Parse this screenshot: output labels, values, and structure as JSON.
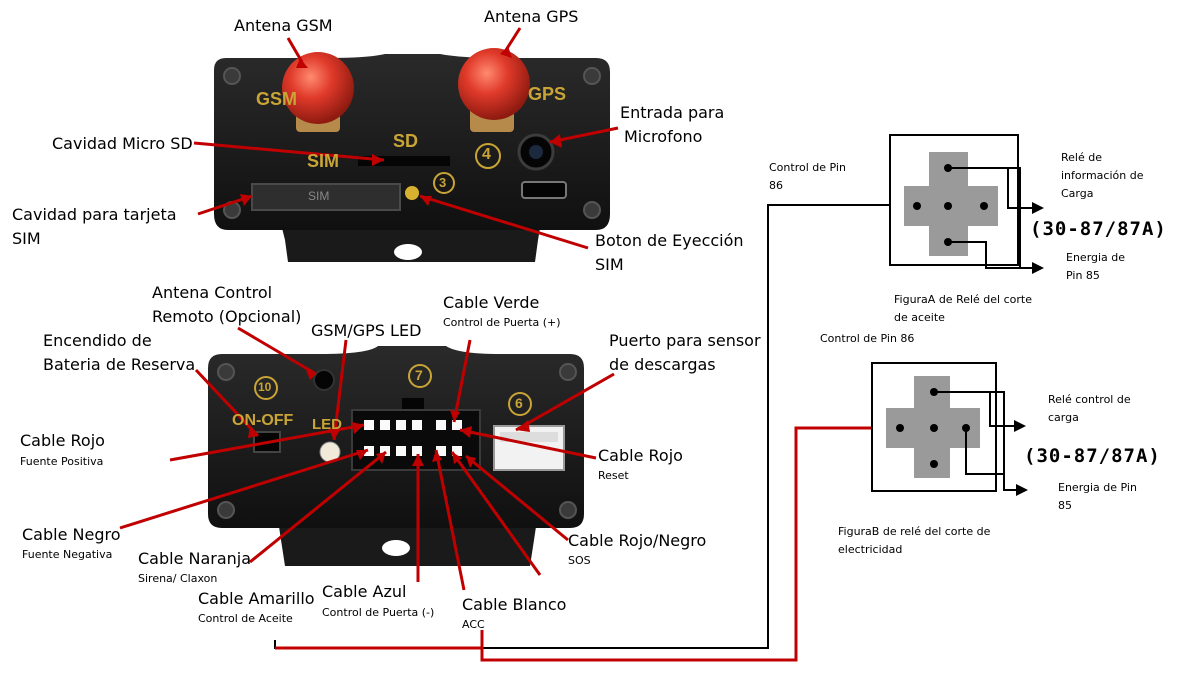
{
  "device_top": {
    "markings": {
      "gsm": "GSM",
      "gps": "GPS",
      "sd": "SD",
      "sim": "SIM",
      "slot": "SIM",
      "num3": "3",
      "num4": "4"
    },
    "labels": {
      "antena_gsm": "Antena GSM",
      "antena_gps": "Antena GPS",
      "entrada_mic_1": "Entrada para",
      "entrada_mic_2": "Microfono",
      "micro_sd": "Cavidad Micro SD",
      "sim_1": "Cavidad para tarjeta",
      "sim_2": "SIM",
      "eject_1": "Boton de Eyección",
      "eject_2": "SIM"
    }
  },
  "device_bottom": {
    "markings": {
      "on_off": "ON-OFF",
      "led": "LED",
      "num10": "10",
      "num7": "7",
      "num6": "6"
    },
    "labels": {
      "antena_ctrl_1": "Antena Control",
      "antena_ctrl_2": "Remoto (Opcional)",
      "gsm_gps_led": "GSM/GPS LED",
      "encendido_1": "Encendido de",
      "encendido_2": "Bateria de Reserva",
      "cable_verde": "Cable Verde",
      "cable_verde_sub": "Control de Puerta (+)",
      "puerto_1": "Puerto para sensor",
      "puerto_2": "de descargas",
      "cable_rojo_l": "Cable Rojo",
      "cable_rojo_l_sub": "Fuente Positiva",
      "cable_rojo_r": "Cable Rojo",
      "cable_rojo_r_sub": "Reset",
      "cable_negro": "Cable Negro",
      "cable_negro_sub": "Fuente Negativa",
      "cable_naranja": "Cable Naranja",
      "cable_naranja_sub": "Sirena/ Claxon",
      "cable_rn": "Cable Rojo/Negro",
      "cable_rn_sub": "SOS",
      "cable_amarillo": "Cable Amarillo",
      "cable_amarillo_sub": "Control de Aceite",
      "cable_azul": "Cable Azul",
      "cable_azul_sub": "Control de Puerta (-)",
      "cable_blanco": "Cable Blanco",
      "cable_blanco_sub": "ACC"
    }
  },
  "relay_a": {
    "control_pin_1": "Control de Pin",
    "control_pin_2": "86",
    "rele_info_1": "Relé de",
    "rele_info_2": "información de",
    "rele_info_3": "Carga",
    "code": "(30-87/87A)",
    "energia_1": "Energia de",
    "energia_2": "Pin 85",
    "caption_1": "FiguraA de Relé del corte",
    "caption_2": "de aceite",
    "control_pin_86": "Control de Pin 86"
  },
  "relay_b": {
    "rele_ctrl_1": "Relé control de",
    "rele_ctrl_2": "carga",
    "code": "(30-87/87A)",
    "energia_1": "Energia de Pin",
    "energia_2": "85",
    "caption_1": "FiguraB de relé del corte de",
    "caption_2": "electricidad"
  },
  "colors": {
    "wire": "#c00000",
    "device_body": "#1c1c1c",
    "antenna": "#e03a2a",
    "marking": "#c9a436",
    "relay_cross": "#9a9a9a"
  }
}
